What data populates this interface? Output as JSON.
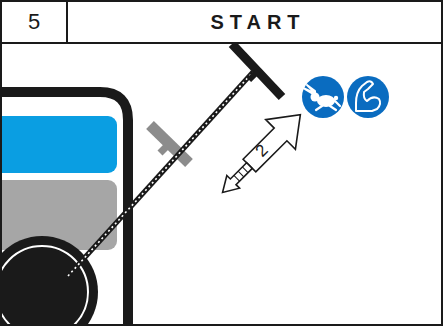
{
  "diagram": {
    "title": "START",
    "labels": [
      "5",
      "2"
    ]
  }
}
